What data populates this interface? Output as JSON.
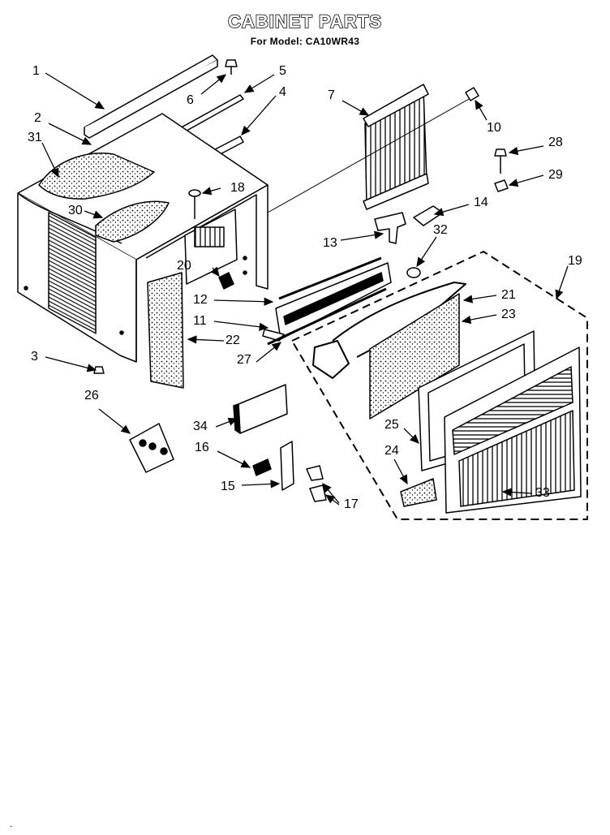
{
  "title": "CABINET PARTS",
  "subtitle": "For Model: CA10WR43",
  "footer_mark": ".",
  "part_numbers": [
    "1",
    "2",
    "3",
    "4",
    "5",
    "6",
    "7",
    "10",
    "11",
    "12",
    "13",
    "14",
    "15",
    "16",
    "17",
    "18",
    "19",
    "20",
    "21",
    "22",
    "23",
    "24",
    "25",
    "26",
    "27",
    "28",
    "29",
    "30",
    "31",
    "32",
    "33",
    "34"
  ]
}
